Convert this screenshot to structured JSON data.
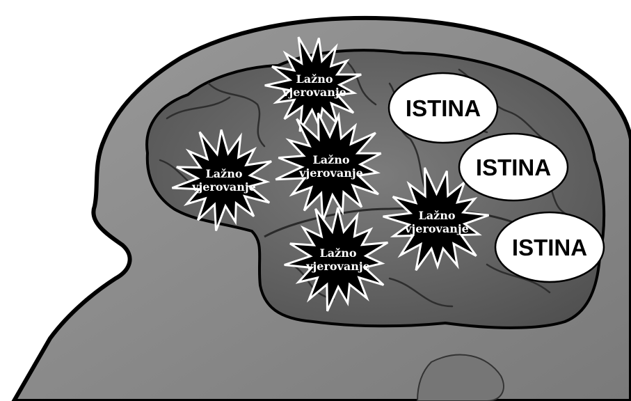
{
  "figure": {
    "colors": {
      "head_fill": "#8c8c8c",
      "head_outline": "#000000",
      "brain_fill": "#6e6e6e",
      "brain_shadow": "#565656",
      "burst_fill": "#000000",
      "burst_outline": "#ffffff",
      "burst_text": "#ffffff",
      "ellipse_fill": "#ffffff",
      "ellipse_text": "#000000"
    },
    "false_beliefs": [
      {
        "line1": "Lažno",
        "line2": "vjerovanje"
      },
      {
        "line1": "Lažno",
        "line2": "vjerovanje"
      },
      {
        "line1": "Lažno",
        "line2": "vjerovanje"
      },
      {
        "line1": "Lažno",
        "line2": "vjerovanje"
      },
      {
        "line1": "Lažno",
        "line2": "vjerovanje"
      }
    ],
    "truths": [
      {
        "label": "ISTINA"
      },
      {
        "label": "ISTINA"
      },
      {
        "label": "ISTINA"
      }
    ]
  }
}
